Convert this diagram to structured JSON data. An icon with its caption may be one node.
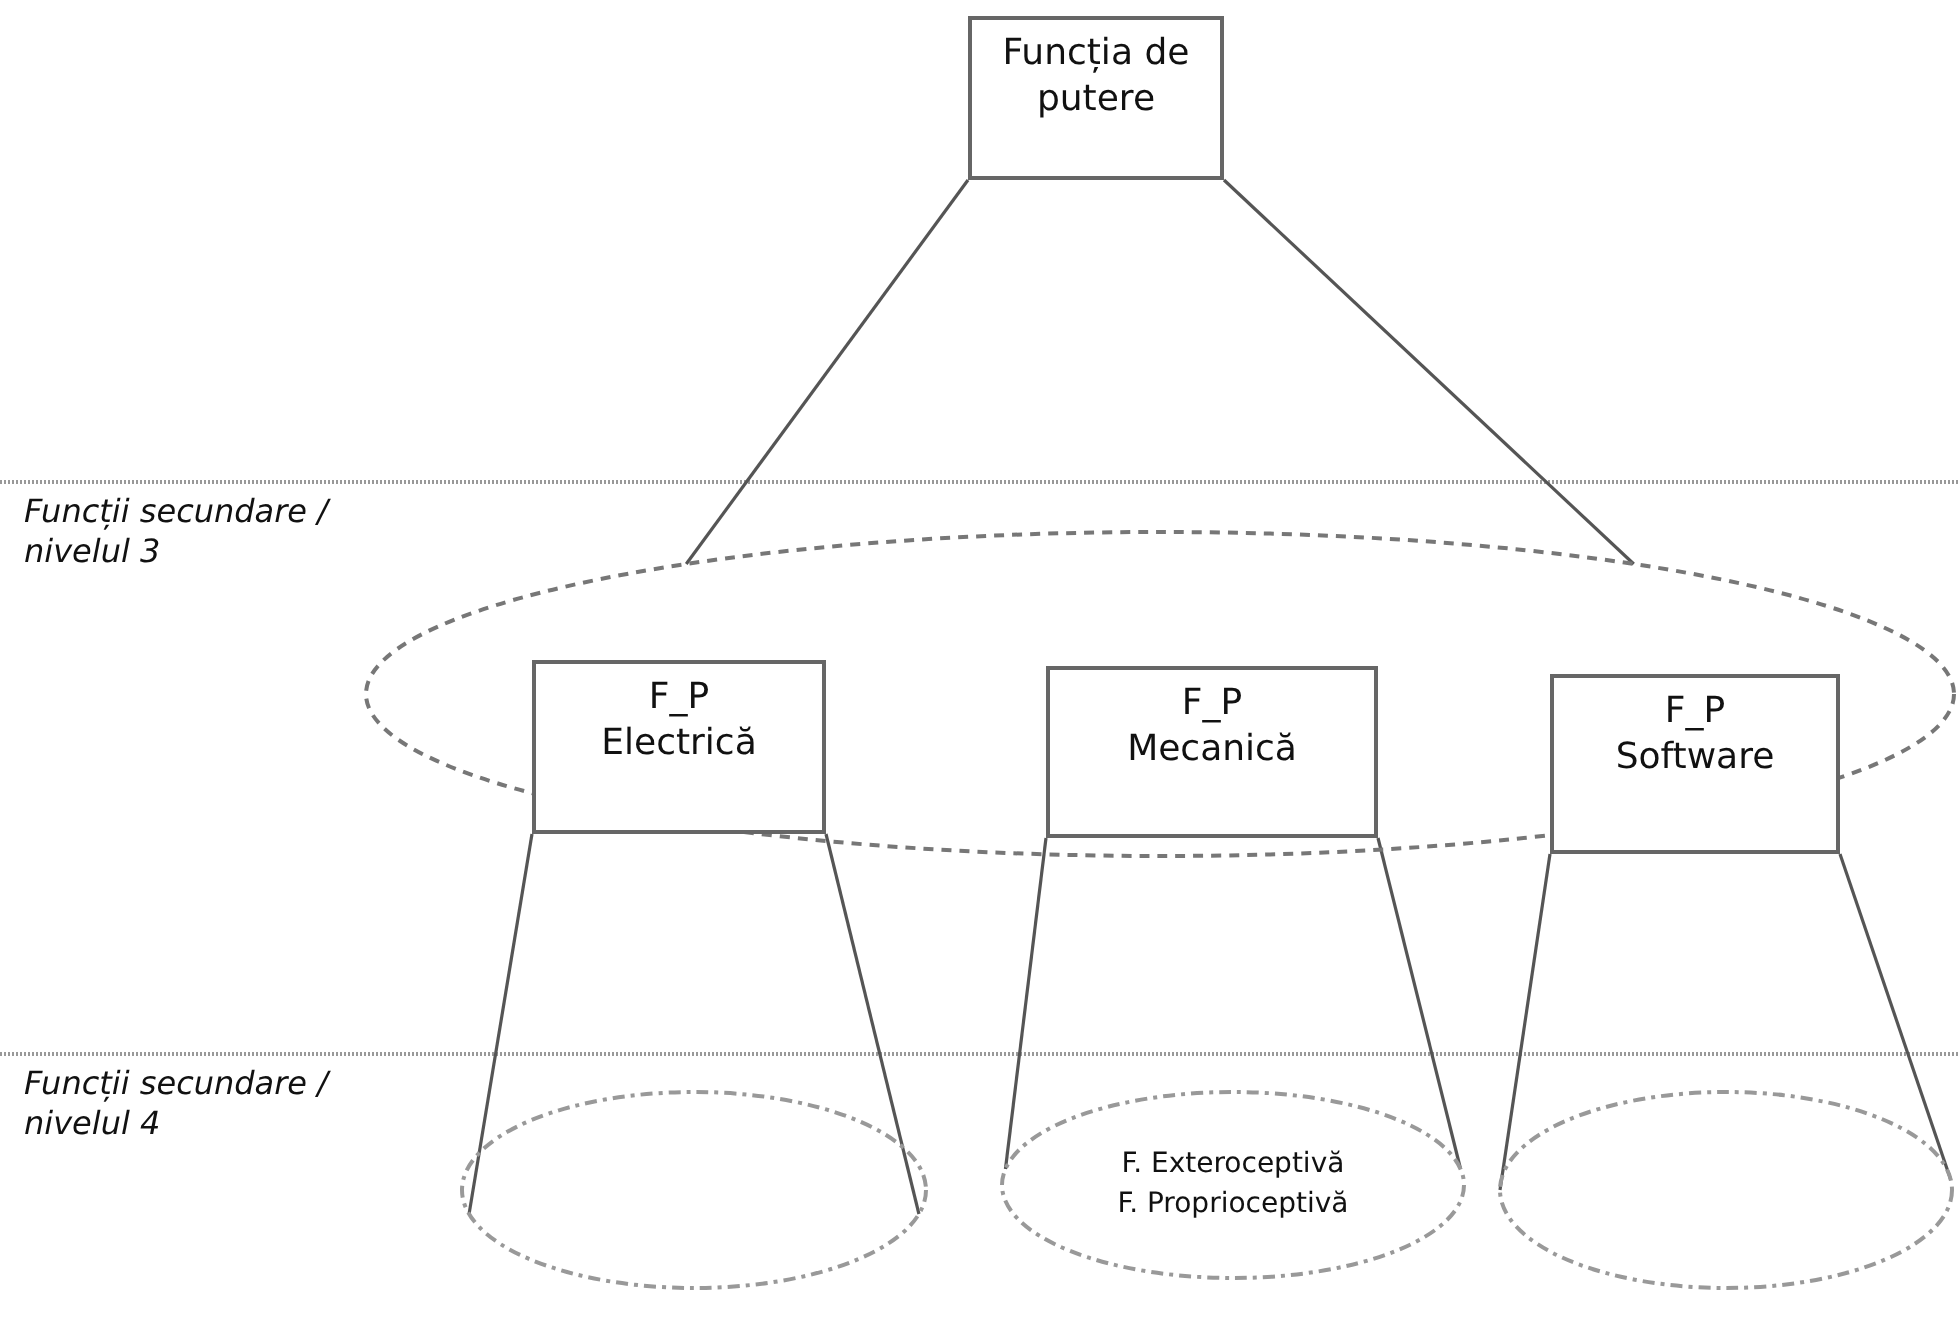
{
  "diagram": {
    "nodes": [
      {
        "text": [
          "Funcția de putere"
        ]
      },
      {
        "text": [],
        "shape": "ellipse"
      },
      {
        "text": [
          "F_P Electrică"
        ],
        "in": 1
      },
      {
        "text": [
          "F_P Mecanică"
        ],
        "in": 1
      },
      {
        "text": [
          "F_P Software"
        ],
        "in": 1
      },
      {
        "text": [],
        "shape": "ellipse"
      },
      {
        "text": [
          "F. Exteroceptivă",
          "F. Proprioceptivă"
        ]
      },
      {
        "text": [],
        "shape": "ellipse"
      }
    ],
    "edges": [
      {
        "from": 0,
        "to": 1,
        "arrow": "none"
      },
      {
        "from": 0,
        "to": 1,
        "arrow": "none"
      },
      {
        "from": 2,
        "to": 5,
        "arrow": "none"
      },
      {
        "from": 2,
        "to": 5,
        "arrow": "none"
      },
      {
        "from": 3,
        "to": 6,
        "arrow": "none"
      },
      {
        "from": 3,
        "to": 6,
        "arrow": "none"
      },
      {
        "from": 4,
        "to": 7,
        "arrow": "none"
      },
      {
        "from": 4,
        "to": 7,
        "arrow": "none"
      }
    ],
    "labels": [
      "Funcții secundare / nivelul 3",
      "Funcții secundare / nivelul 4"
    ]
  }
}
